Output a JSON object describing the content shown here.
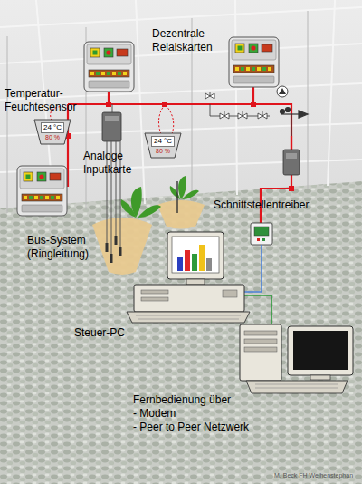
{
  "diagram": {
    "nodes": [
      {
        "text": [
          "24 °C",
          "80 %"
        ]
      },
      {
        "text": [
          "24 °C",
          "80 %"
        ]
      }
    ],
    "labels": [
      "Dezentrale Relaiskarten",
      "Temperatur-Feuchtesensor",
      "Analoge Inputkarte",
      "Schnittstellentreiber",
      "Bus-System (Ringleitung)",
      "Steuer-PC",
      "Fernbedienung über",
      "- Modem",
      "- Peer to Peer Netzwerk",
      "M. Beck FH Weihenstephan"
    ]
  }
}
